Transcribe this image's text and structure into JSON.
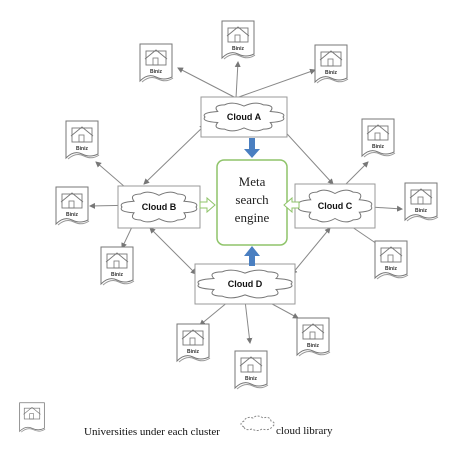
{
  "engine": {
    "lines": [
      "Meta",
      "search",
      "engine"
    ]
  },
  "clouds": [
    {
      "id": "A",
      "label": "Cloud A"
    },
    {
      "id": "B",
      "label": "Cloud B"
    },
    {
      "id": "C",
      "label": "Cloud C"
    },
    {
      "id": "D",
      "label": "Cloud D"
    }
  ],
  "university_label": "Biniz",
  "legend": {
    "university_text": "Universities under each cluster",
    "cloud_text": "cloud library"
  },
  "colors": {
    "arrow_blue": "#4a7fc1",
    "engine_border": "#8fc46a",
    "hollow_arrow": "#8fc46a",
    "line": "#808080"
  },
  "icons": [
    "house-icon",
    "cloud-icon"
  ]
}
